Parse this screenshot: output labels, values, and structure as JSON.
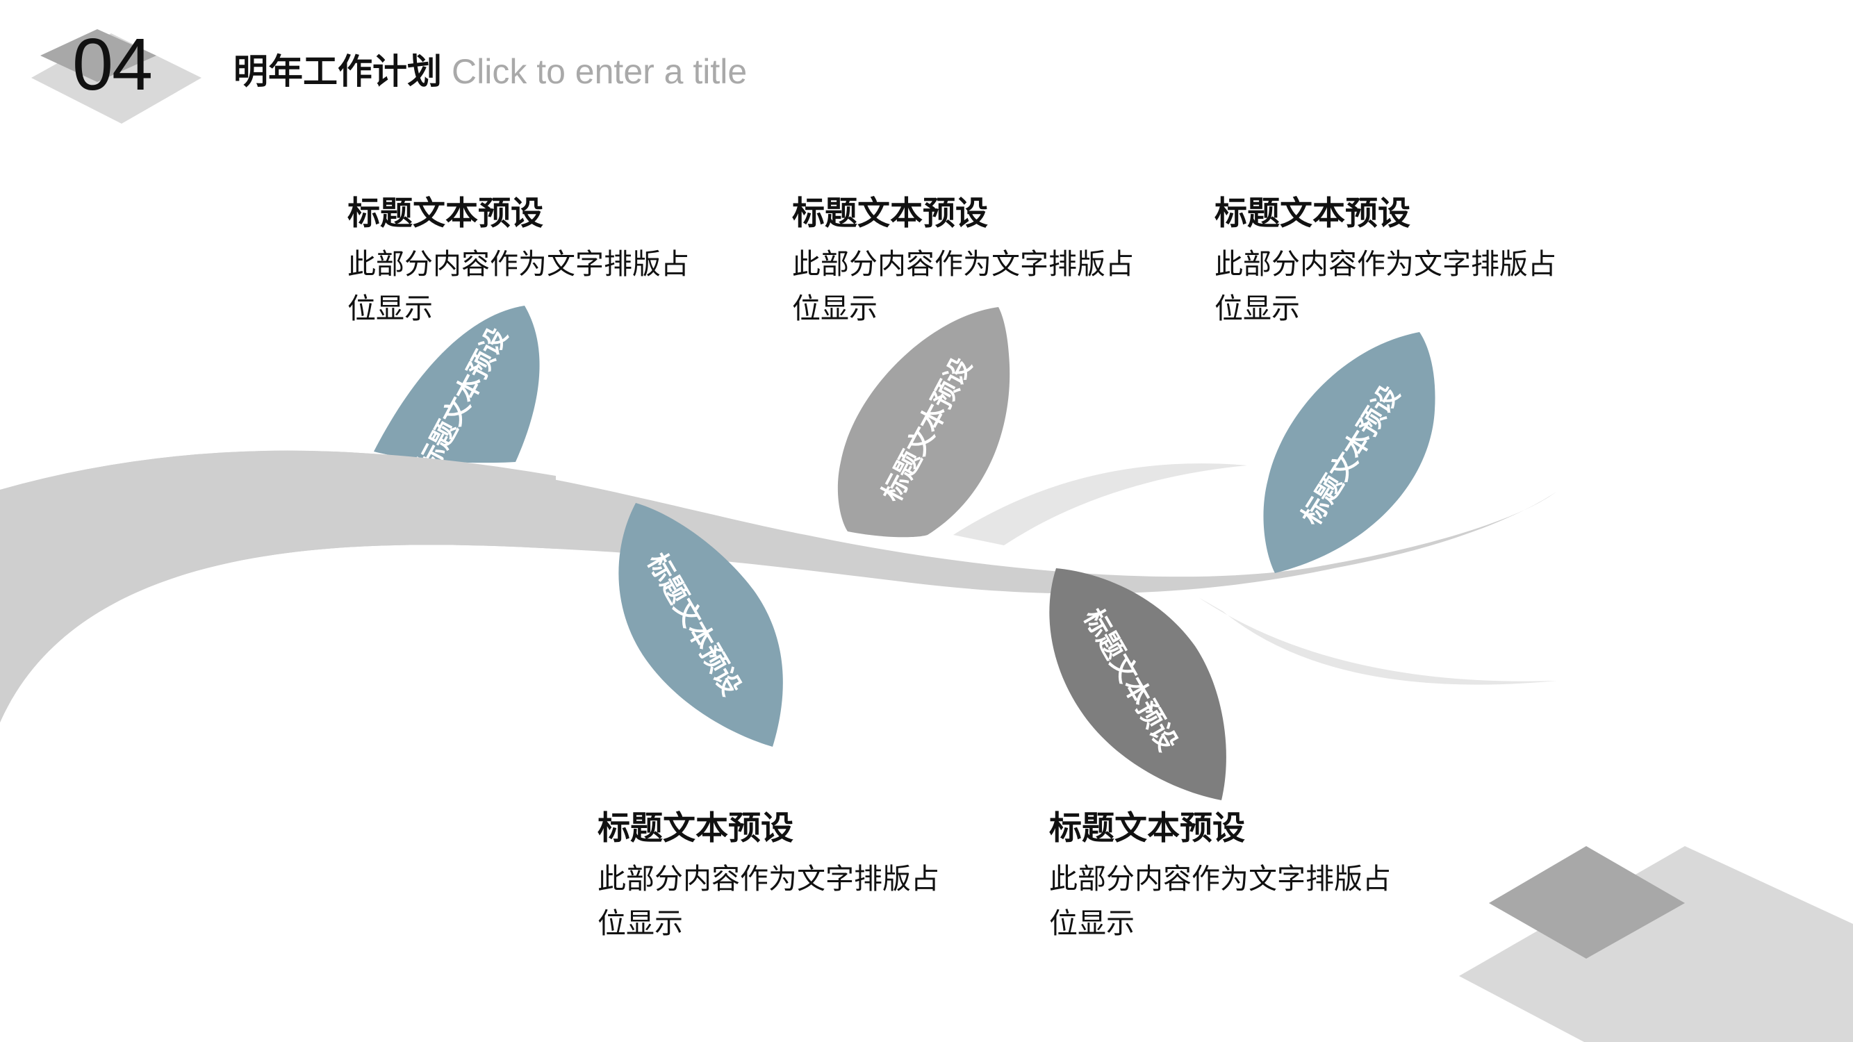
{
  "header": {
    "number": "04",
    "title": "明年工作计划",
    "subtitle": "Click to enter a title"
  },
  "blocks": [
    {
      "title": "标题文本预设",
      "body": "此部分内容作为文字排版占位显示"
    },
    {
      "title": "标题文本预设",
      "body": "此部分内容作为文字排版占位显示"
    },
    {
      "title": "标题文本预设",
      "body": "此部分内容作为文字排版占位显示"
    },
    {
      "title": "标题文本预设",
      "body": "此部分内容作为文字排版占位显示"
    },
    {
      "title": "标题文本预设",
      "body": "此部分内容作为文字排版占位显示"
    }
  ],
  "leaves": [
    {
      "label": "标题文本预设",
      "color": "#84a3b1"
    },
    {
      "label": "标题文本预设",
      "color": "#a3a3a3"
    },
    {
      "label": "标题文本预设",
      "color": "#84a3b1"
    },
    {
      "label": "标题文本预设",
      "color": "#84a3b1"
    },
    {
      "label": "标题文本预设",
      "color": "#7e7e7e"
    }
  ],
  "colors": {
    "branch": "#cfcfcf",
    "branch_light": "#e6e6e6",
    "diamond_dark": "#a8a8a8",
    "diamond_light": "#d9d9d9"
  }
}
